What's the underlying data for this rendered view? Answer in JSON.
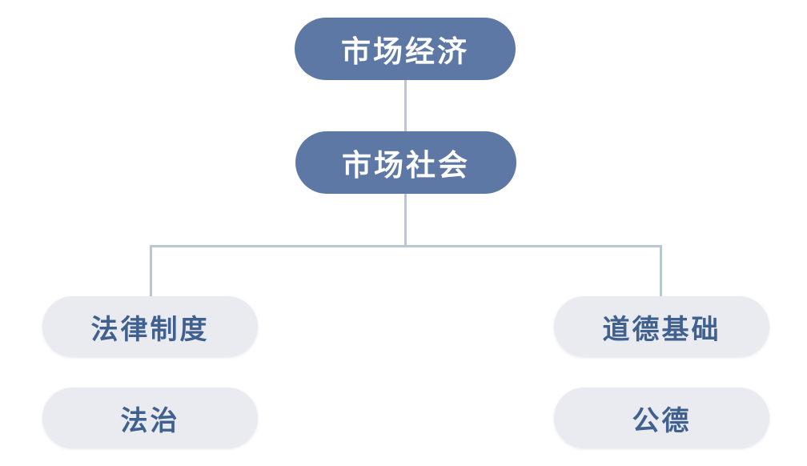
{
  "diagram": {
    "type": "hierarchy-flowchart",
    "nodes": [
      {
        "id": "market-economy",
        "label": "市场经济",
        "level": "primary"
      },
      {
        "id": "market-society",
        "label": "市场社会",
        "level": "primary"
      },
      {
        "id": "legal-system",
        "label": "法律制度",
        "level": "secondary"
      },
      {
        "id": "moral-foundation",
        "label": "道德基础",
        "level": "secondary"
      },
      {
        "id": "rule-of-law",
        "label": "法治",
        "level": "secondary"
      },
      {
        "id": "public-morality",
        "label": "公德",
        "level": "secondary"
      }
    ],
    "edges": [
      {
        "from": "market-economy",
        "to": "market-society"
      },
      {
        "from": "market-society",
        "to": "legal-system"
      },
      {
        "from": "market-society",
        "to": "moral-foundation"
      }
    ],
    "colors": {
      "primary_node_bg": "#5d78a4",
      "primary_node_text": "#ffffff",
      "secondary_node_bg": "#e9ebf0",
      "secondary_node_text": "#40608e",
      "connector": "#b9c7d5",
      "background": "#ffffff"
    }
  }
}
